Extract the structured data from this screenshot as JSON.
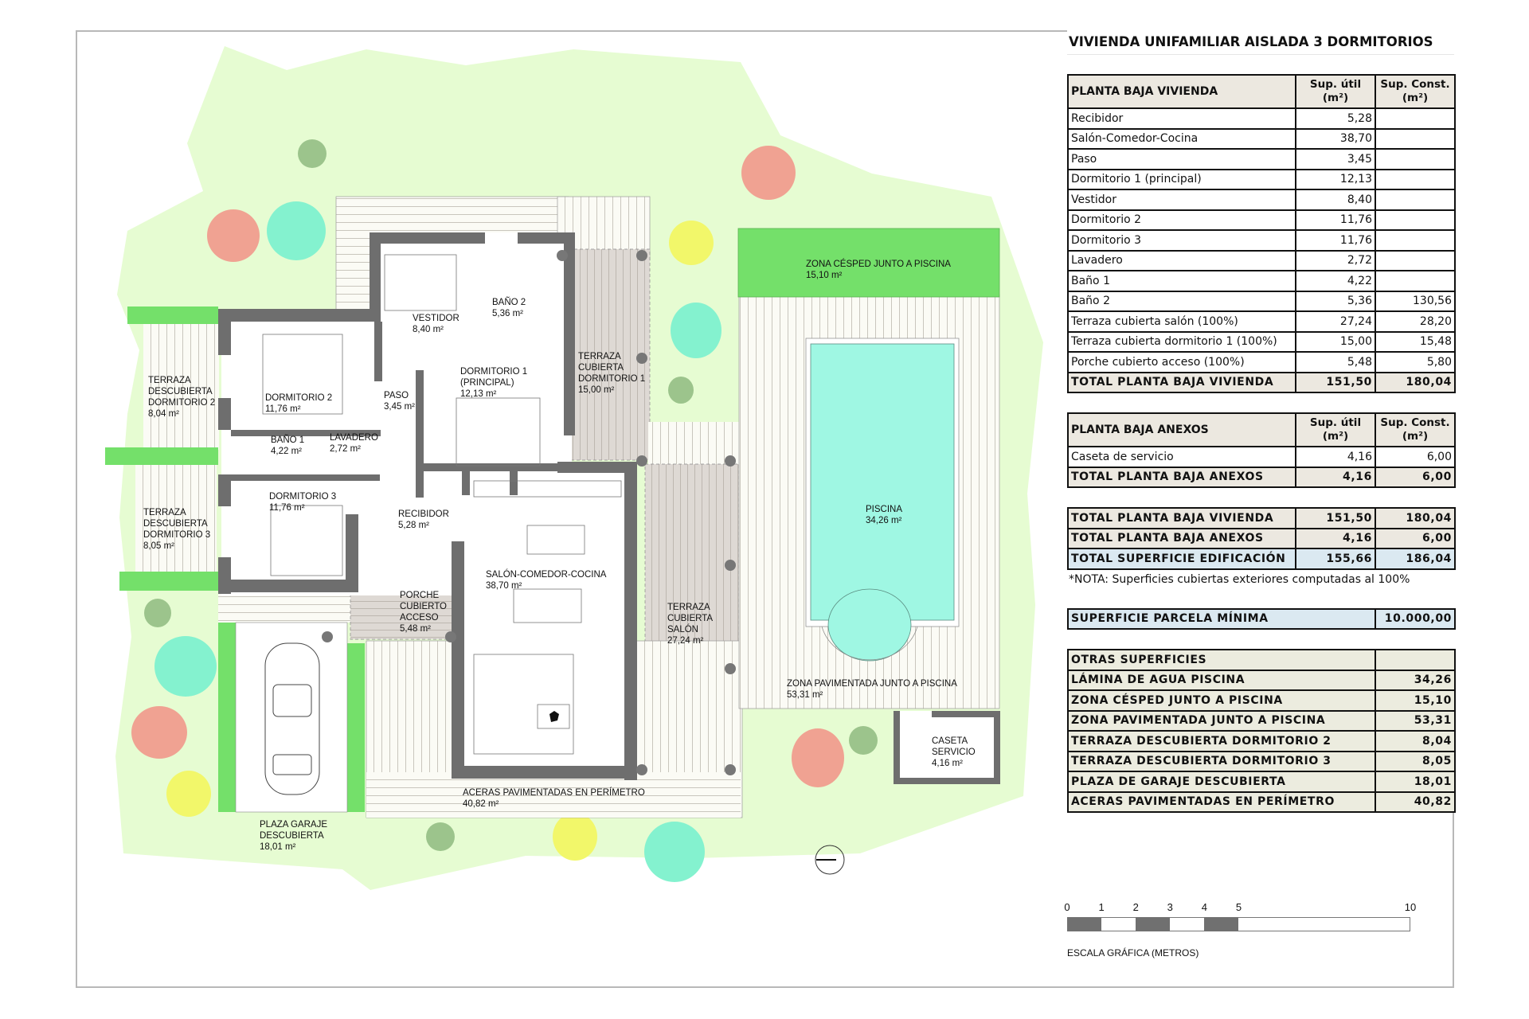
{
  "title": "VIVIENDA UNIFAMILIAR AISLADA 3 DORMITORIOS",
  "colors": {
    "lawn": "#e6fcd2",
    "grass_green": "#74e06a",
    "wall": "#6e6e6e",
    "pool": "#9ff7e3",
    "tree_red": "#f0a292",
    "tree_teal": "#84f2cf",
    "tree_yellow": "#f2f76a",
    "tree_olive": "#9cc48c",
    "covered_terrace": "#ded9d4",
    "table_header_bg": "#ece8e0",
    "table_highlight_bg": "#dbe9f1",
    "table_other_bg": "#ececdf"
  },
  "plan_labels": {
    "vestidor": [
      "VESTIDOR",
      "8,40 m²"
    ],
    "bano2": [
      "BAÑO 2",
      "5,36 m²"
    ],
    "dormitorio2": [
      "DORMITORIO 2",
      "11,76 m²"
    ],
    "paso": [
      "PASO",
      "3,45 m²"
    ],
    "dormitorio1": [
      "DORMITORIO 1",
      "(PRINCIPAL)",
      "12,13 m²"
    ],
    "terraza_dorm1": [
      "TERRAZA",
      "CUBIERTA",
      "DORMITORIO 1",
      "15,00 m²"
    ],
    "terraza_desc_dorm2": [
      "TERRAZA",
      "DESCUBIERTA",
      "DORMITORIO 2",
      "8,04 m²"
    ],
    "bano1": [
      "BAÑO 1",
      "4,22 m²"
    ],
    "lavadero": [
      "LAVADERO",
      "2,72 m²"
    ],
    "dormitorio3": [
      "DORMITORIO 3",
      "11,76 m²"
    ],
    "recibidor": [
      "RECIBIDOR",
      "5,28 m²"
    ],
    "terraza_desc_dorm3": [
      "TERRAZA",
      "DESCUBIERTA",
      "DORMITORIO 3",
      "8,05 m²"
    ],
    "salon": [
      "SALÓN-COMEDOR-COCINA",
      "38,70 m²"
    ],
    "porche": [
      "PORCHE",
      "CUBIERTO",
      "ACCESO",
      "5,48 m²"
    ],
    "terraza_salon": [
      "TERRAZA",
      "CUBIERTA",
      "SALÓN",
      "27,24 m²"
    ],
    "zona_cesped": [
      "ZONA CÉSPED JUNTO A PISCINA",
      "15,10 m²"
    ],
    "piscina": [
      "PISCINA",
      "34,26 m²"
    ],
    "zona_pavimentada": [
      "ZONA PAVIMENTADA JUNTO A PISCINA",
      "53,31 m²"
    ],
    "caseta": [
      "CASETA",
      "SERVICIO",
      "4,16 m²"
    ],
    "aceras": [
      "ACERAS PAVIMENTADAS EN PERÍMETRO",
      "40,82 m²"
    ],
    "garaje": [
      "PLAZA GARAJE",
      "DESCUBIERTA",
      "18,01 m²"
    ]
  },
  "table_vivienda": {
    "header": [
      "PLANTA BAJA VIVIENDA",
      "Sup. útil",
      "(m²)",
      "Sup. Const.",
      "(m²)"
    ],
    "rows": [
      {
        "name": "Recibidor",
        "util": "5,28",
        "const": ""
      },
      {
        "name": "Salón-Comedor-Cocina",
        "util": "38,70",
        "const": ""
      },
      {
        "name": "Paso",
        "util": "3,45",
        "const": ""
      },
      {
        "name": "Dormitorio 1 (principal)",
        "util": "12,13",
        "const": ""
      },
      {
        "name": "Vestidor",
        "util": "8,40",
        "const": ""
      },
      {
        "name": "Dormitorio 2",
        "util": "11,76",
        "const": ""
      },
      {
        "name": "Dormitorio 3",
        "util": "11,76",
        "const": ""
      },
      {
        "name": "Lavadero",
        "util": "2,72",
        "const": ""
      },
      {
        "name": "Baño 1",
        "util": "4,22",
        "const": ""
      },
      {
        "name": "Baño 2",
        "util": "5,36",
        "const": "130,56"
      },
      {
        "name": "Terraza cubierta salón (100%)",
        "util": "27,24",
        "const": "28,20"
      },
      {
        "name": "Terraza cubierta dormitorio 1 (100%)",
        "util": "15,00",
        "const": "15,48"
      },
      {
        "name": "Porche cubierto acceso (100%)",
        "util": "5,48",
        "const": "5,80"
      }
    ],
    "total": {
      "name": "TOTAL PLANTA BAJA VIVIENDA",
      "util": "151,50",
      "const": "180,04"
    }
  },
  "table_anexos": {
    "header": [
      "PLANTA BAJA ANEXOS",
      "Sup. útil",
      "(m²)",
      "Sup. Const.",
      "(m²)"
    ],
    "rows": [
      {
        "name": "Caseta de servicio",
        "util": "4,16",
        "const": "6,00"
      }
    ],
    "total": {
      "name": "TOTAL PLANTA BAJA ANEXOS",
      "util": "4,16",
      "const": "6,00"
    }
  },
  "table_totales": {
    "rows": [
      {
        "name": "TOTAL PLANTA BAJA VIVIENDA",
        "util": "151,50",
        "const": "180,04"
      },
      {
        "name": "TOTAL PLANTA BAJA ANEXOS",
        "util": "4,16",
        "const": "6,00"
      }
    ],
    "grand": {
      "name": "TOTAL SUPERFICIE EDIFICACIÓN",
      "util": "155,66",
      "const": "186,04"
    },
    "note": "*NOTA: Superficies cubiertas exteriores computadas al 100%"
  },
  "parcela": {
    "name": "SUPERFICIE PARCELA MÍNIMA",
    "value": "10.000,00"
  },
  "otras": {
    "header": "OTRAS SUPERFICIES",
    "rows": [
      {
        "name": "LÁMINA DE AGUA PISCINA",
        "value": "34,26"
      },
      {
        "name": "ZONA CÉSPED JUNTO A PISCINA",
        "value": "15,10"
      },
      {
        "name": "ZONA PAVIMENTADA JUNTO A PISCINA",
        "value": "53,31"
      },
      {
        "name": "TERRAZA DESCUBIERTA DORMITORIO 2",
        "value": "8,04"
      },
      {
        "name": "TERRAZA DESCUBIERTA DORMITORIO 3",
        "value": "8,05"
      },
      {
        "name": "PLAZA DE GARAJE DESCUBIERTA",
        "value": "18,01"
      },
      {
        "name": "ACERAS PAVIMENTADAS EN PERÍMETRO",
        "value": "40,82"
      }
    ]
  },
  "scale": {
    "ticks": [
      "0",
      "1",
      "2",
      "3",
      "4",
      "5",
      "10"
    ],
    "tick_values": [
      0,
      1,
      2,
      3,
      4,
      5,
      10
    ],
    "filled_segments": [
      [
        0,
        1
      ],
      [
        2,
        3
      ],
      [
        4,
        5
      ]
    ],
    "max": 10,
    "caption": "ESCALA GRÁFICA (METROS)"
  }
}
